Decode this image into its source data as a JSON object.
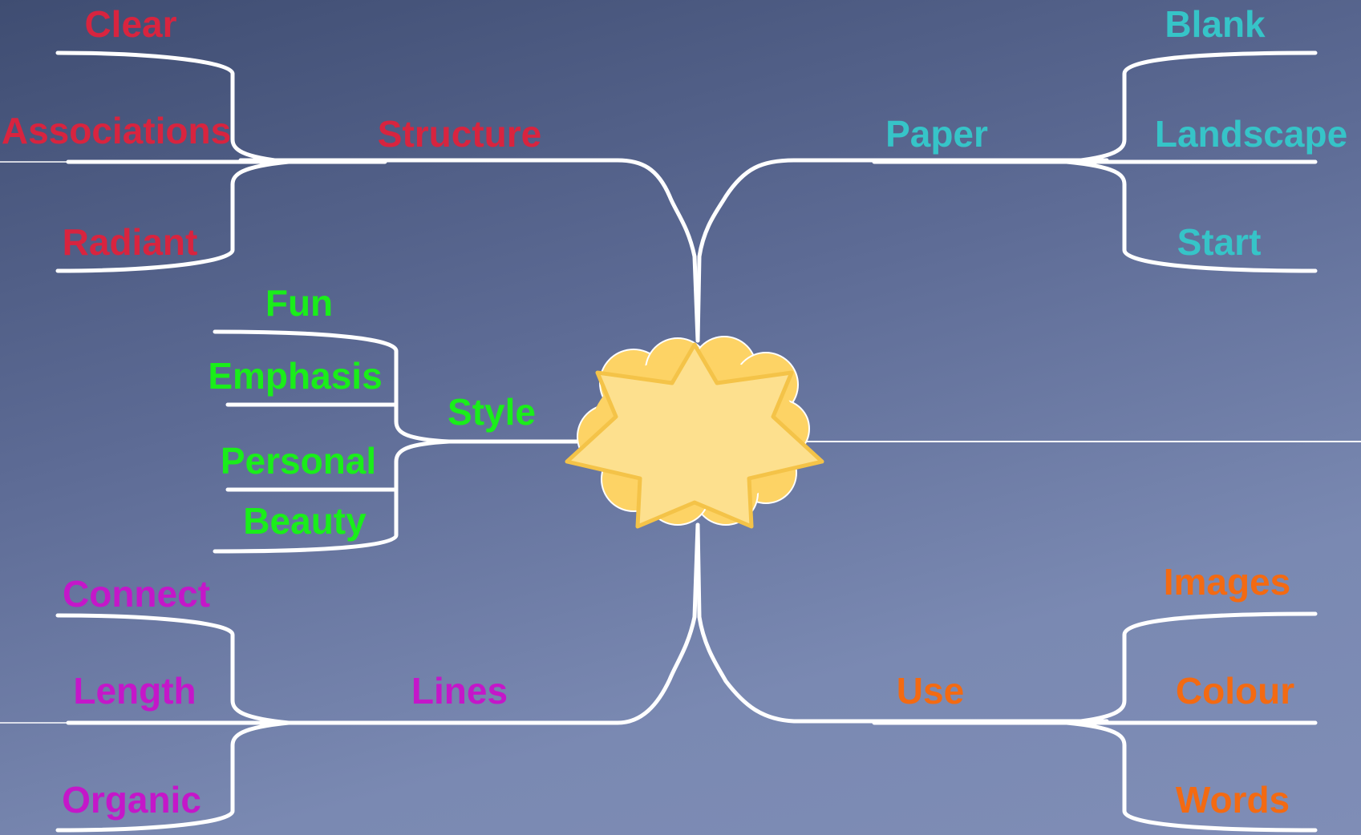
{
  "colors": {
    "structure": "#d8243f",
    "paper": "#36c4c8",
    "style": "#1aee1a",
    "lines": "#c417c9",
    "use": "#f36a12",
    "central_image": "#fde08e",
    "central_outline": "#f4c348"
  },
  "central_image": {
    "icon": "star-burst-cloud-icon"
  },
  "structure": {
    "label": "Structure",
    "children": [
      "Clear",
      "Associations",
      "Radiant"
    ]
  },
  "paper": {
    "label": "Paper",
    "children": [
      "Blank",
      "Landscape",
      "Start"
    ]
  },
  "style": {
    "label": "Style",
    "children": [
      "Fun",
      "Emphasis",
      "Personal",
      "Beauty"
    ]
  },
  "lines": {
    "label": "Lines",
    "children": [
      "Connect",
      "Length",
      "Organic"
    ]
  },
  "use": {
    "label": "Use",
    "children": [
      "Images",
      "Colour",
      "Words"
    ]
  }
}
